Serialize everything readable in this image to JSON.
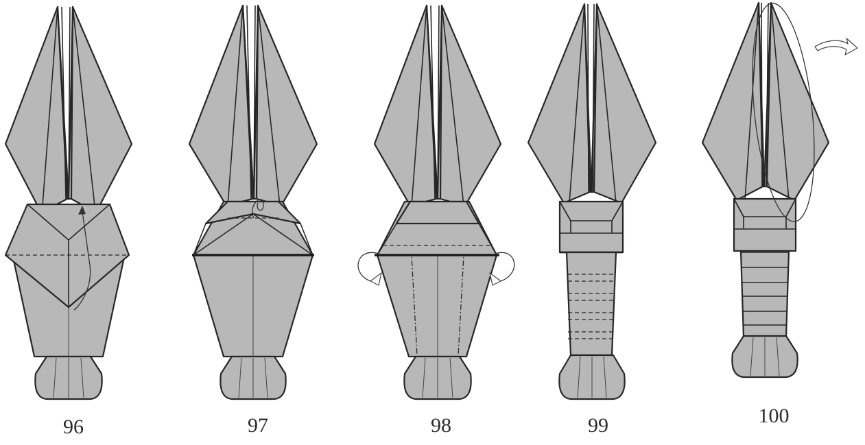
{
  "steps": [
    {
      "number": "96"
    },
    {
      "number": "97"
    },
    {
      "number": "98"
    },
    {
      "number": "99"
    },
    {
      "number": "100"
    }
  ]
}
